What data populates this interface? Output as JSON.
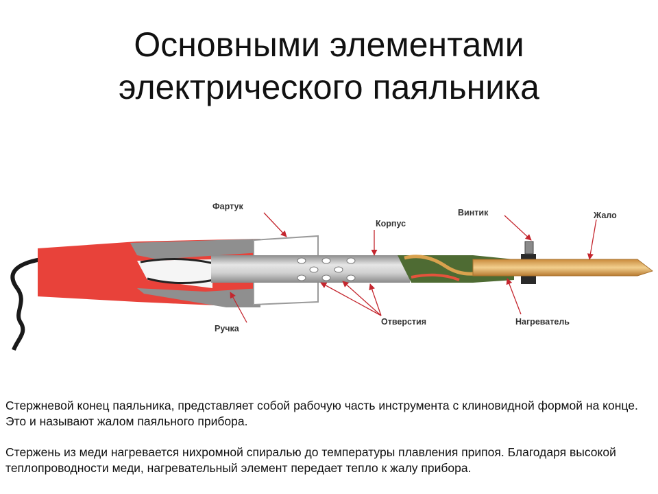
{
  "title": {
    "line1": "Основными элементами",
    "line2": "электрического паяльника"
  },
  "diagram": {
    "labels": {
      "fartuk": "Фартук",
      "korpus": "Корпус",
      "vintik": "Винтик",
      "zhalo": "Жало",
      "ruchka": "Ручка",
      "otverstiya": "Отверстия",
      "nagrevatel": "Нагреватель"
    },
    "colors": {
      "handle": "#e8423a",
      "tip": "#e3b36a",
      "heater": "#4e6b33",
      "tube": "#b5b5b5",
      "arrow": "#c4262e"
    }
  },
  "text": {
    "p1": "Стержневой конец паяльника, представляет собой рабочую часть инструмента с клиновидной формой на конце. Это и называют жалом паяльного прибора.",
    "p2": "Стержень из  меди нагревается нихромной спиралью до температуры плавления припоя. Благодаря высокой теплопроводности меди, нагревательный элемент передает тепло к жалу прибора."
  }
}
